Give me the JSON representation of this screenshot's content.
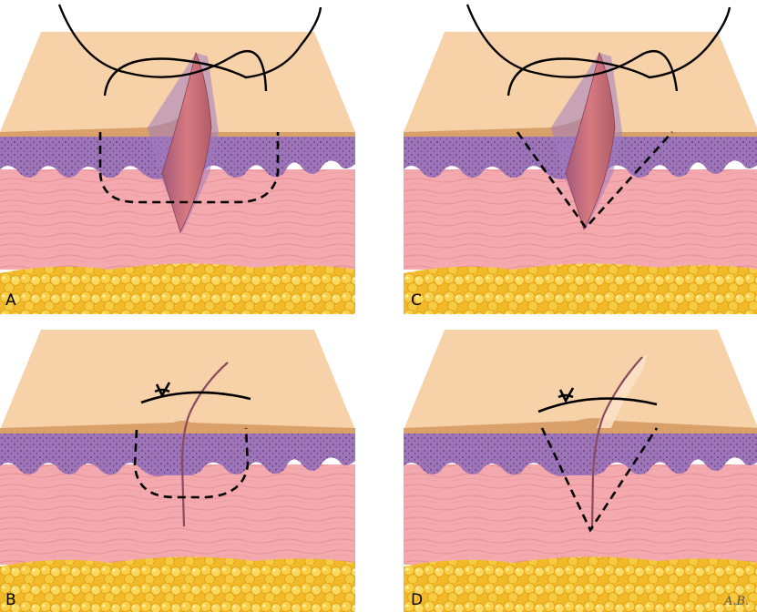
{
  "figure": {
    "panels": [
      {
        "id": "A",
        "label": "A",
        "suture_style": "square loop",
        "state": "open wound"
      },
      {
        "id": "C",
        "label": "C",
        "suture_style": "V-shaped loop",
        "state": "open wound"
      },
      {
        "id": "B",
        "label": "B",
        "suture_style": "square loop",
        "state": "tied"
      },
      {
        "id": "D",
        "label": "D",
        "suture_style": "V-shaped loop",
        "state": "tied, everted"
      }
    ],
    "signature": "A.B.",
    "colors": {
      "epidermis_surface": "#f7d2a8",
      "epidermis_edge": "#d9a06a",
      "epidermal_layer": "#9e74b8",
      "dermis": "#f2a5a9",
      "dermis_lines": "#e48b90",
      "fat": "#f5c43a",
      "fat_highlight": "#fbe07a",
      "wound": "#c96a73",
      "suture": "#000000"
    }
  }
}
